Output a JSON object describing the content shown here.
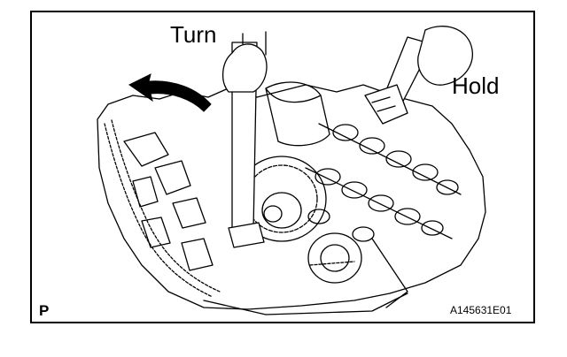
{
  "labels": {
    "turn": "Turn",
    "hold": "Hold",
    "corner_mark": "P",
    "figure_code": "A145631E01"
  },
  "colors": {
    "line": "#000000",
    "background": "#ffffff"
  },
  "illustration": {
    "subject": "engine-timing-gear-removal",
    "tools": [
      "wrench-turn",
      "adjustable-wrench-hold"
    ],
    "arrow": "turn-direction-arrow"
  }
}
